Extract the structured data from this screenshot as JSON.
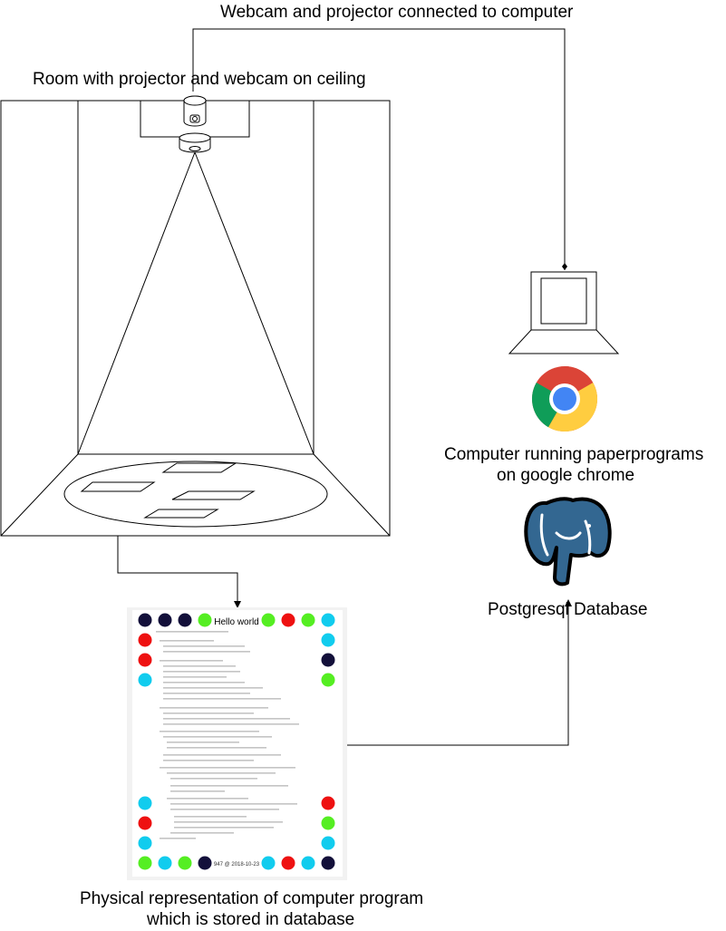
{
  "labels": {
    "top_connection": "Webcam and projector connected to computer",
    "room": "Room with projector and webcam on ceiling",
    "computer_line1": "Computer running paperprograms",
    "computer_line2": "on google chrome",
    "database": "Postgresql Database",
    "paper_line1": "Physical representation of computer program",
    "paper_line2": "which is stored in database"
  },
  "paper": {
    "title": "Hello world",
    "footer": "947 @ 2018-10-23",
    "dot_colors": {
      "navy": "#13103a",
      "green": "#55ee22",
      "red": "#ee1111",
      "cyan": "#11ccee"
    }
  },
  "icons": {
    "browser": "google-chrome-icon",
    "database": "postgresql-elephant-icon",
    "computer": "laptop-icon",
    "camera": "webcam-icon",
    "projector": "projector-icon"
  }
}
